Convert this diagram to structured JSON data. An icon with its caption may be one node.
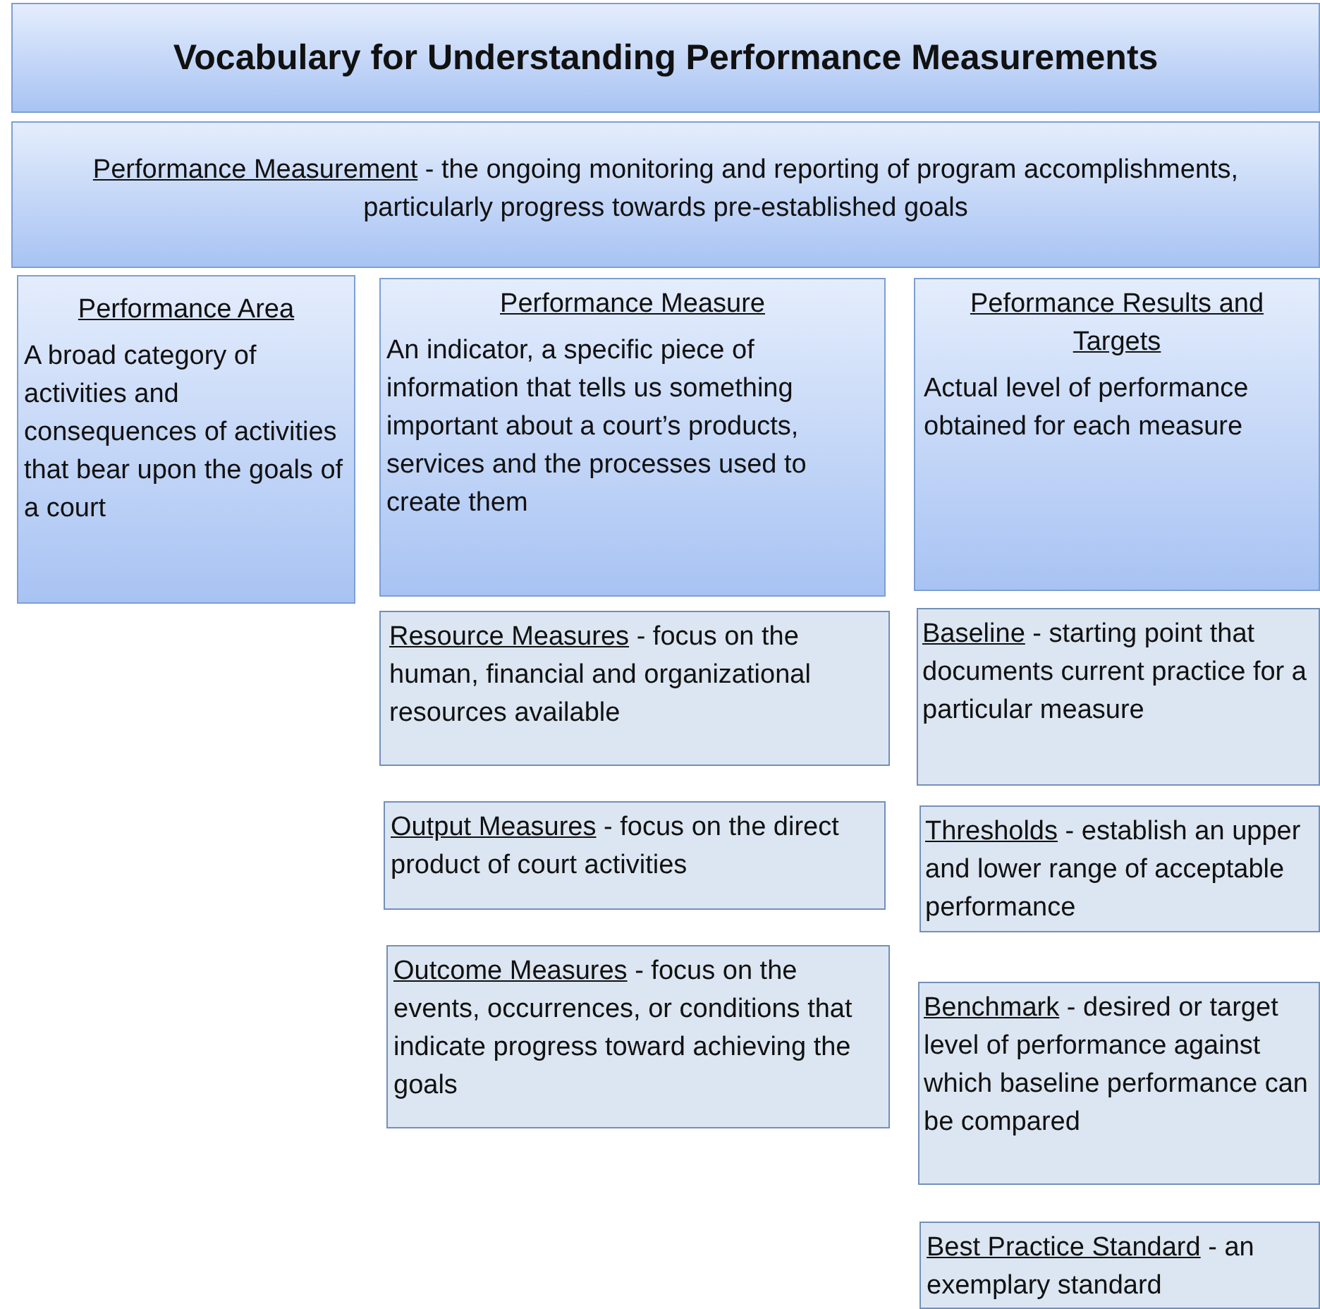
{
  "diagram": {
    "title": "Vocabulary for Understanding Performance Measurements",
    "nodes": [
      {
        "text": [
          "Performance Measurement",
          "- the ongoing monitoring and reporting of program accomplishments, particularly progress towards pre-established goals"
        ]
      },
      {
        "text": [
          "Performance Area",
          "A broad category of activities and consequences of activities that bear upon the goals of a court"
        ]
      },
      {
        "text": [
          "Performance Measure",
          "An indicator, a specific piece of information that tells us something important about a court’s products, services and the processes used to create them"
        ]
      },
      {
        "text": [
          "Peformance Results and Targets",
          "Actual level of performance obtained for each measure"
        ]
      },
      {
        "text": [
          "Resource Measures",
          "- focus on the human, financial and organizational resources available"
        ]
      },
      {
        "text": [
          "Output Measures",
          "- focus on the direct product of court activities"
        ]
      },
      {
        "text": [
          "Outcome Measures",
          "- focus on the events, occurrences, or conditions that indicate progress toward achieving the goals"
        ]
      },
      {
        "text": [
          "Baseline",
          "- starting point that documents current practice for a particular measure"
        ]
      },
      {
        "text": [
          "Thresholds",
          "- establish an upper and lower range of acceptable performance"
        ]
      },
      {
        "text": [
          "Benchmark",
          "- desired or target level of performance against which baseline performance can be compared"
        ]
      },
      {
        "text": [
          "Best Practice Standard",
          "- an exemplary standard"
        ]
      }
    ]
  }
}
